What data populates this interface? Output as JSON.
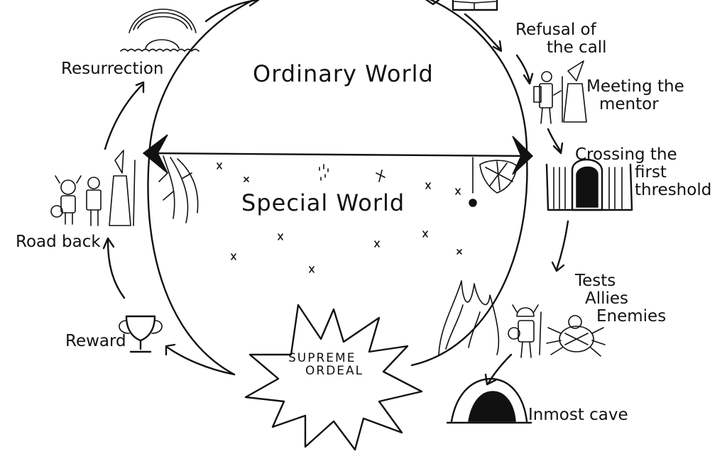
{
  "regions": {
    "ordinary_world": "Ordinary World",
    "special_world": "Special World"
  },
  "stages": {
    "refusal": [
      "Refusal of",
      "the call"
    ],
    "meeting_mentor": [
      "Meeting the",
      "mentor"
    ],
    "crossing": [
      "Crossing the",
      "first",
      "threshold"
    ],
    "tests": [
      "Tests",
      "Allies",
      "Enemies"
    ],
    "inmost_cave": "Inmost cave",
    "supreme_ordeal": [
      "SUPREME",
      "ORDEAL"
    ],
    "reward": "Reward",
    "road_back": "Road back",
    "resurrection": "Resurrection"
  },
  "icons": [
    "book-icon",
    "adventurer-icon",
    "wizard-icon",
    "door-icon",
    "viking-icon",
    "spider-icon",
    "cave-icon",
    "starburst-icon",
    "trophy-icon",
    "party-icon",
    "sunrise-icon",
    "web-icon",
    "bush-icon",
    "fire-icon",
    "star-icon"
  ],
  "colors": {
    "ink": "#111111",
    "paper": "#ffffff"
  }
}
